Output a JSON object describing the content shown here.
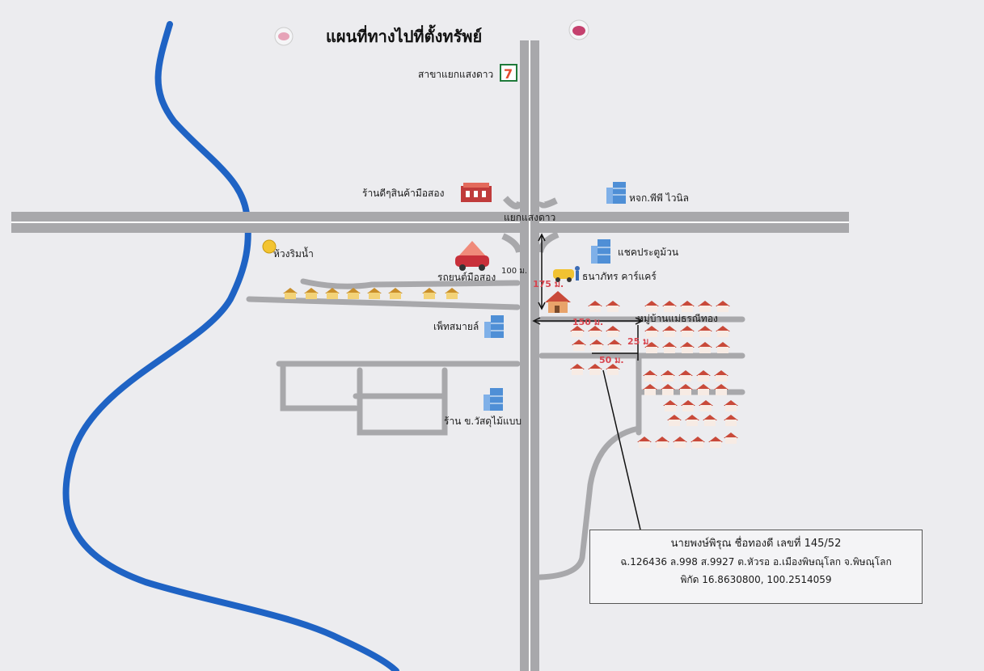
{
  "title": "แผนที่ทางไปที่ตั้งทรัพย์",
  "landmarks": {
    "seven_eleven_branch": "สาขาแยกแสงดาว",
    "used_goods_shop": "ร้านดีๆสินค้ามือสอง",
    "pp_vinyl": "หจก.พีพี ไวนิล",
    "intersection": "แยกแสงดาว",
    "riverside_bend": "ห้วงริมน้ำ",
    "used_car": "รถยนต์มือสอง",
    "shutter_door": "แชคประตูม้วน",
    "thanapat_car_care": "ธนาภัทร คาร์แคร์",
    "pet_smile": "เพ็ทสมายล์",
    "village": "หมู่บ้านแม่ธรณีทอง",
    "wood_shop": "ร้าน ข.วัสดุไม้แบบ"
  },
  "distances": {
    "d100": "100 ม.",
    "d175": "175 ม.",
    "d150": "150 ม.",
    "d25": "25 ม.",
    "d50": "50 ม."
  },
  "info_box": {
    "line1": "นายพงษ์พิรุณ ชื่อทองดี  เลขที่ 145/52",
    "line2": "ฉ.126436 ล.998 ส.9927 ต.หัวรอ อ.เมืองพิษณุโลก จ.พิษณุโลก",
    "line3": "พิกัด 16.8630800, 100.2514059"
  },
  "colors": {
    "river": "#1f63c4",
    "road": "#a8a8ab",
    "road_center": "#ffffff",
    "distance_text": "#d8454f",
    "building": "#4f8fd6",
    "house_roof": "#c94a3a"
  },
  "icons": {
    "seven_eleven": "7",
    "building": "building-icon",
    "house": "house-icon"
  }
}
